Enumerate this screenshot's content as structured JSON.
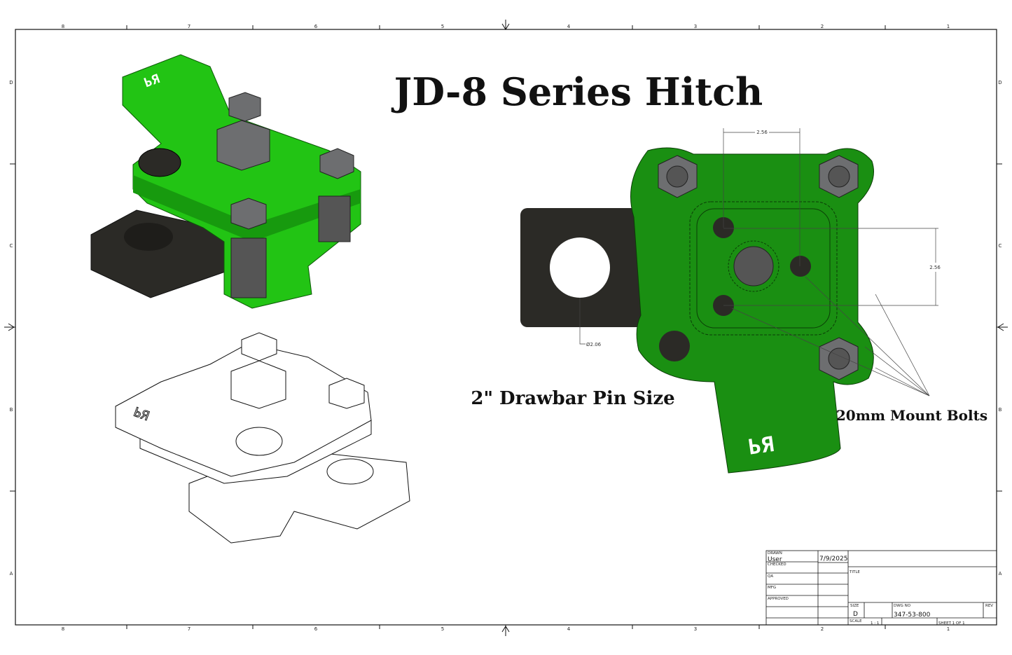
{
  "sheet": {
    "zone_columns": [
      "8",
      "7",
      "6",
      "5",
      "4",
      "3",
      "2",
      "1"
    ],
    "zone_rows": [
      "D",
      "C",
      "B",
      "A"
    ]
  },
  "drawing": {
    "title": "JD-8 Series Hitch",
    "callout_pin": "2\" Drawbar Pin Size",
    "callout_bolts": "20mm Mount Bolts",
    "dim_horizontal": "2.56",
    "dim_vertical": "2.56",
    "dim_diameter": "Ø2.06"
  },
  "title_block": {
    "drawn_label": "DRAWN",
    "drawn_by": "User",
    "drawn_date": "7/9/2025",
    "checked_label": "CHECKED",
    "qa_label": "QA",
    "mfg_label": "MFG",
    "approved_label": "APPROVED",
    "title_label": "TITLE",
    "size_label": "SIZE",
    "size_value": "D",
    "dwg_no_label": "DWG NO",
    "dwg_no_value": "347-53-800",
    "rev_label": "REV",
    "scale_label": "SCALE",
    "scale_value": "1 : 1",
    "sheet_value": "SHEET 1  OF 1"
  },
  "colors": {
    "green": "#1a8f12",
    "bright_green": "#22c414",
    "dark": "#2b2a26",
    "bolt": "#6d6e70"
  }
}
